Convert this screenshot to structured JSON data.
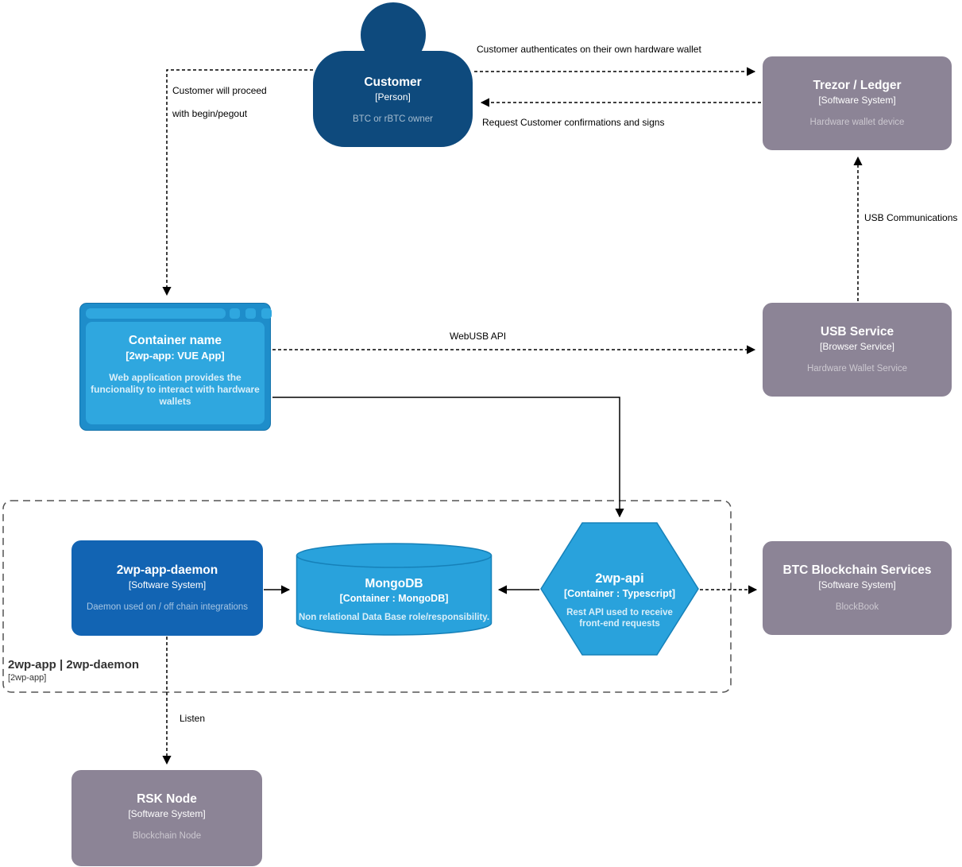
{
  "diagram": {
    "nodes": {
      "customer": {
        "title": "Customer",
        "type": "[Person]",
        "description": "BTC or rBTC owner"
      },
      "trezor_ledger": {
        "title": "Trezor / Ledger",
        "type": "[Software System]",
        "description": "Hardware wallet device"
      },
      "container_name": {
        "title": "Container name",
        "type": "[2wp-app: VUE App]",
        "description": "Web application provides the funcionality to interact with hardware wallets"
      },
      "usb_service": {
        "title": "USB Service",
        "type": "[Browser Service]",
        "description": "Hardware Wallet Service"
      },
      "daemon": {
        "title": "2wp-app-daemon",
        "type": "[Software System]",
        "description": "Daemon used on / off chain integrations"
      },
      "mongodb": {
        "title": "MongoDB",
        "type": "[Container : MongoDB]",
        "description": "Non relational Data Base role/responsibility."
      },
      "api": {
        "title": "2wp-api",
        "type": "[Container : Typescript]",
        "description": "Rest API used to receive front-end requests"
      },
      "btc_services": {
        "title": "BTC Blockchain Services",
        "type": "[Software System]",
        "description": "BlockBook"
      },
      "rsk_node": {
        "title": "RSK Node",
        "type": "[Software System]",
        "description": "Blockchain Node"
      }
    },
    "boundary": {
      "title": "2wp-app | 2wp-daemon",
      "type": "[2wp-app]"
    },
    "edge_labels": {
      "authenticate": "Customer authenticates on their own hardware wallet",
      "request_confirm": "Request Customer confirmations and signs",
      "proceed_1": "Customer will proceed",
      "proceed_2": "with begin/pegout",
      "usb_communications": "USB Communications",
      "webusb_api": "WebUSB API",
      "listen": "Listen"
    },
    "colors": {
      "person": "#0e4a7d",
      "external_system": "#8c8496",
      "container_blue": "#29a2dc",
      "container_border": "#1681b9",
      "system_blue": "#1264b3",
      "connector": "#000000"
    }
  }
}
